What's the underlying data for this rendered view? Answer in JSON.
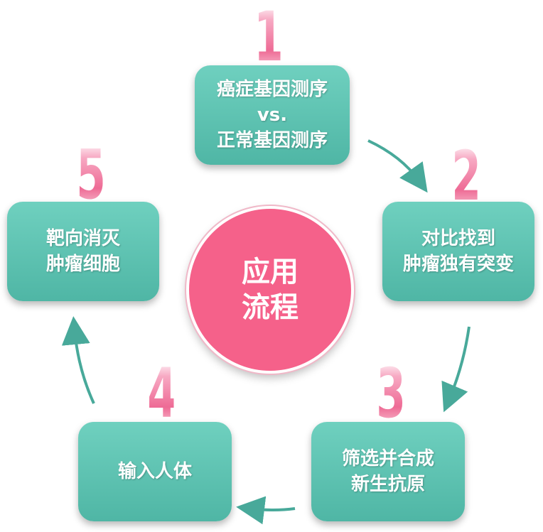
{
  "center": {
    "line1": "应用",
    "line2": "流程"
  },
  "steps": [
    {
      "number": "1",
      "lines": [
        "癌症基因测序",
        "vs.",
        "正常基因测序"
      ]
    },
    {
      "number": "2",
      "lines": [
        "对比找到",
        "肿瘤独有突变"
      ]
    },
    {
      "number": "3",
      "lines": [
        "筛选并合成",
        "新生抗原"
      ]
    },
    {
      "number": "4",
      "lines": [
        "输入人体"
      ]
    },
    {
      "number": "5",
      "lines": [
        "靶向消灭",
        "肿瘤细胞"
      ]
    }
  ],
  "colors": {
    "box": "#5bbfae",
    "center": "#f5618a",
    "number": "#f27fa5",
    "arrow": "#48a99a"
  }
}
